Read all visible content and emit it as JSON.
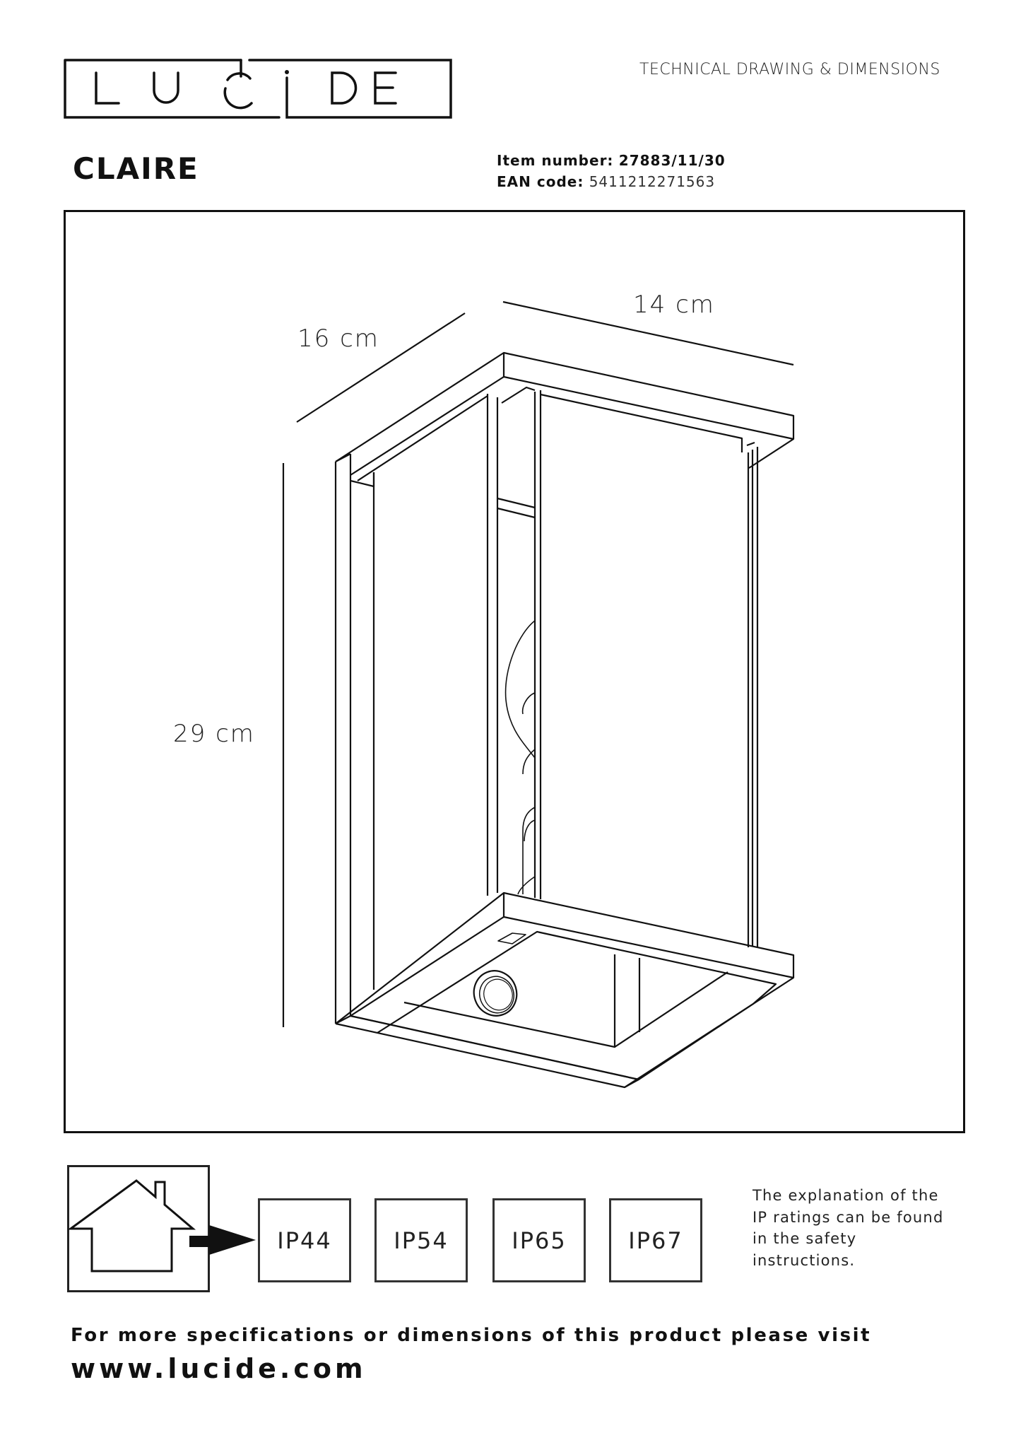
{
  "brand": {
    "logo_letters": [
      "L",
      "U",
      "C",
      "i",
      "D",
      "E"
    ],
    "logo_text": "LUCIDE"
  },
  "header": {
    "doc_type": "TECHNICAL DRAWING & DIMENSIONS",
    "product_name": "CLAIRE",
    "item_number_label": "Item number:",
    "item_number": "27883/11/30",
    "ean_label": "EAN code",
    "ean_separator": ":",
    "ean_code": "5411212271563"
  },
  "drawing": {
    "dimensions": {
      "depth": "16 cm",
      "width": "14 cm",
      "height": "29 cm"
    },
    "line_color": "#111111"
  },
  "ip_ratings": {
    "icon": "house-with-arrow-icon",
    "items": [
      {
        "label": "IP44"
      },
      {
        "label": "IP54"
      },
      {
        "label": "IP65"
      },
      {
        "label": "IP67"
      }
    ],
    "note_lines": [
      "The explanation of the",
      "IP ratings can be found",
      "in the safety",
      "instructions."
    ]
  },
  "footer": {
    "line": "For more specifications or dimensions of this product please visit",
    "url": "www.lucide.com"
  }
}
